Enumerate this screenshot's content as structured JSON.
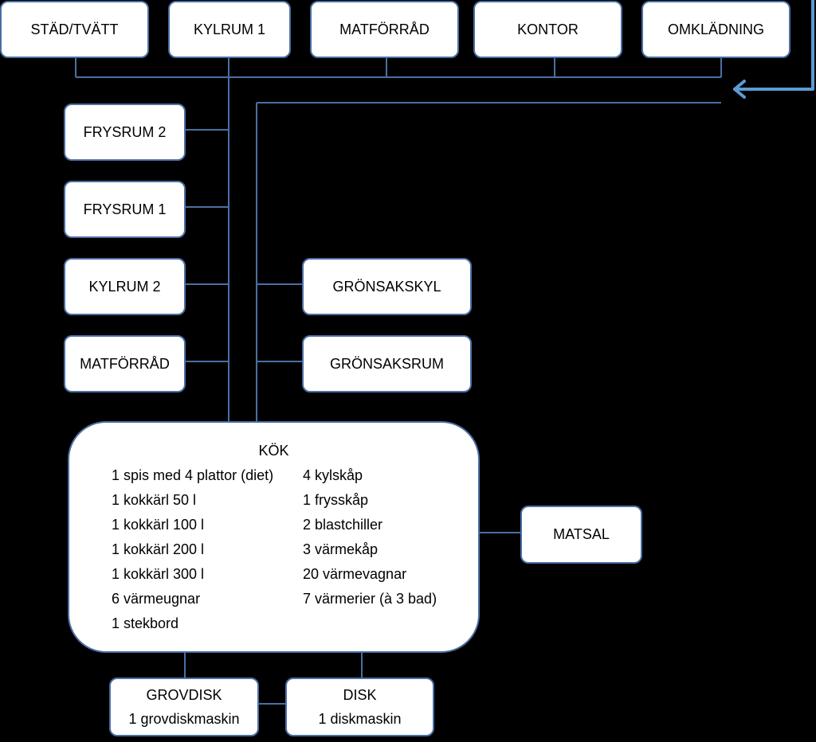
{
  "top_rooms": [
    "STÄD/TVÄTT",
    "KYLRUM 1",
    "MATFÖRRÅD",
    "KONTOR",
    "OMKLÄDNING"
  ],
  "left_rooms": [
    "FRYSRUM 2",
    "FRYSRUM 1",
    "KYLRUM 2",
    "MATFÖRRÅD"
  ],
  "right_rooms": [
    "GRÖNSAKSKYL",
    "GRÖNSAKSRUM"
  ],
  "kitchen": {
    "title": "KÖK",
    "left_items": [
      "1 spis med 4 plattor (diet)",
      "1 kokkärl 50 l",
      "1 kokkärl 100 l",
      "1 kokkärl 200 l",
      "1 kokkärl 300 l",
      "6 värmeugnar",
      "1 stekbord"
    ],
    "right_items": [
      "4 kylskåp",
      "1 frysskåp",
      "2 blastchiller",
      "3 värmekåp",
      "20 värmevagnar",
      "7 värmerier (à 3 bad)"
    ]
  },
  "dining": "MATSAL",
  "dish_rough": {
    "title": "GROVDISK",
    "equipment": "1 grovdiskmaskin"
  },
  "dish": {
    "title": "DISK",
    "equipment": "1 diskmaskin"
  },
  "colors": {
    "line": "#4a6fa5",
    "arrow": "#5b9bd5",
    "box": "#ffffff",
    "background": "#000000"
  }
}
